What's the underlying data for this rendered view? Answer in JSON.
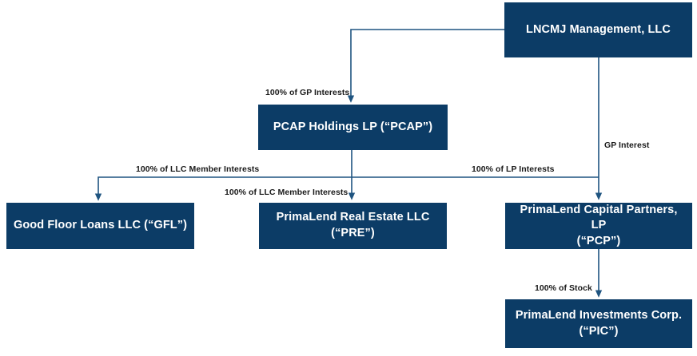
{
  "diagram": {
    "type": "organizational-ownership-chart",
    "accent_color": "#0c3c66",
    "line_color": "#1f5480",
    "background": "#ffffff",
    "label_color": "#1a1a1a"
  },
  "nodes": {
    "lncmj": {
      "label": "LNCMJ Management, LLC"
    },
    "pcap": {
      "label": "PCAP Holdings LP (“PCAP”)"
    },
    "gfl": {
      "label": "Good Floor Loans LLC (“GFL”)"
    },
    "pre_line1": {
      "label": "PrimaLend Real Estate LLC"
    },
    "pre_line2": {
      "label": "(“PRE”)"
    },
    "pcp_line1": {
      "label": "PrimaLend Capital Partners, LP"
    },
    "pcp_line2": {
      "label": "(“PCP”)"
    },
    "pic_line1": {
      "label": "PrimaLend Investments Corp."
    },
    "pic_line2": {
      "label": "(“PIC”)"
    }
  },
  "edge_labels": {
    "gp_interests": "100% of GP Interests",
    "gp_interest": "GP Interest",
    "llc_member_interests_gfl": "100% of LLC Member Interests",
    "llc_member_interests_pre": "100% of LLC Member Interests",
    "lp_interests": "100% of LP Interests",
    "stock": "100% of Stock"
  }
}
